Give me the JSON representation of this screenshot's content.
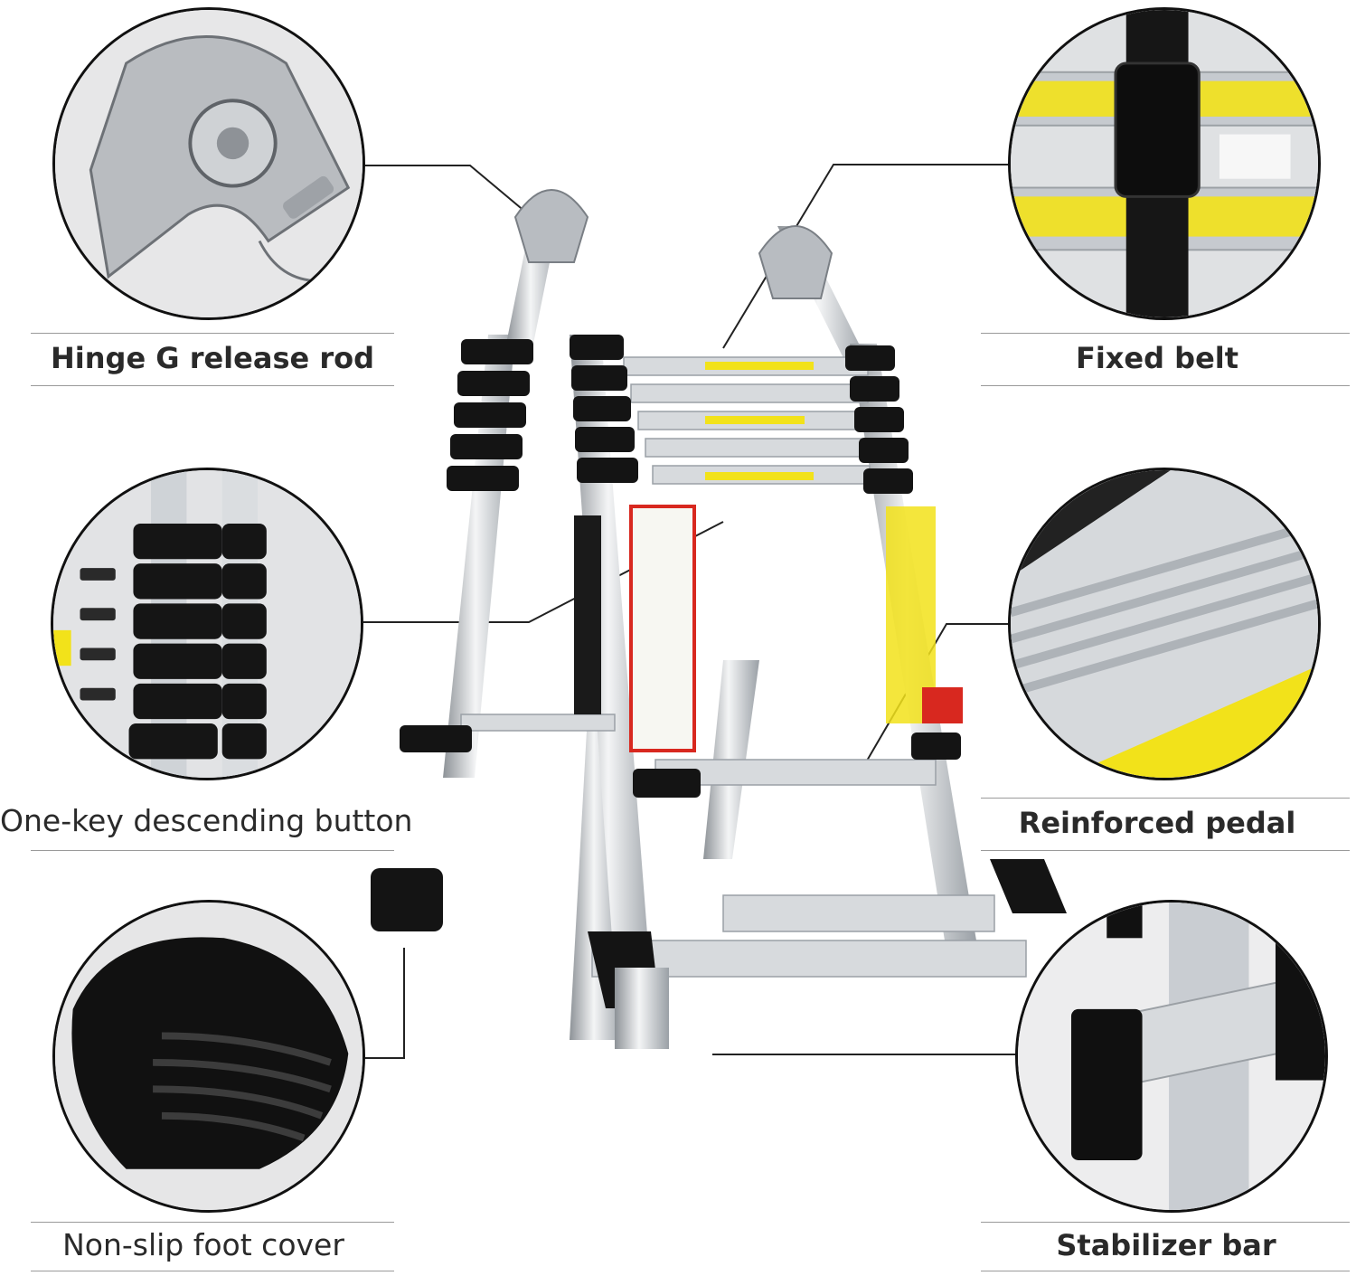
{
  "features": {
    "hinge": {
      "label": "Hinge G release rod",
      "icon": "hinge-closeup"
    },
    "descend": {
      "label": "One-key descending button",
      "icon": "telescopic-collar-closeup"
    },
    "foot": {
      "label": "Non-slip foot cover",
      "icon": "rubber-foot-closeup"
    },
    "belt": {
      "label": "Fixed belt",
      "icon": "strap-buckle-closeup"
    },
    "pedal": {
      "label": "Reinforced pedal",
      "icon": "tread-closeup"
    },
    "stabilizer": {
      "label": "Stabilizer bar",
      "icon": "stabilizer-foot-closeup"
    }
  },
  "product": {
    "icon": "telescopic-a-frame-ladder"
  },
  "colors": {
    "aluminium": "#c9cdd2",
    "collar": "#141414",
    "warning_yellow": "#f2e21a",
    "warning_red": "#d8281f",
    "rule": "#9a9a9a"
  }
}
